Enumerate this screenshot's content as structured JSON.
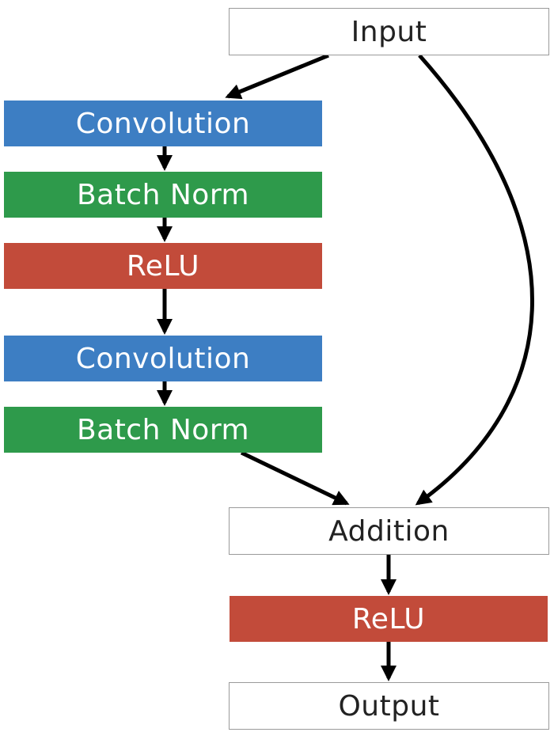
{
  "diagram": {
    "nodes": {
      "input": {
        "label": "Input",
        "color": "#ffffff"
      },
      "conv1": {
        "label": "Convolution",
        "color": "#3d7ec3"
      },
      "bn1": {
        "label": "Batch Norm",
        "color": "#2e9a4b"
      },
      "relu1": {
        "label": "ReLU",
        "color": "#c24b3a"
      },
      "conv2": {
        "label": "Convolution",
        "color": "#3d7ec3"
      },
      "bn2": {
        "label": "Batch Norm",
        "color": "#2e9a4b"
      },
      "addition": {
        "label": "Addition",
        "color": "#ffffff"
      },
      "relu2": {
        "label": "ReLU",
        "color": "#c24b3a"
      },
      "output": {
        "label": "Output",
        "color": "#ffffff"
      }
    },
    "edges": [
      {
        "from": "input",
        "to": "conv1"
      },
      {
        "from": "conv1",
        "to": "bn1"
      },
      {
        "from": "bn1",
        "to": "relu1"
      },
      {
        "from": "relu1",
        "to": "conv2"
      },
      {
        "from": "conv2",
        "to": "bn2"
      },
      {
        "from": "bn2",
        "to": "addition"
      },
      {
        "from": "input",
        "to": "addition",
        "type": "skip-connection"
      },
      {
        "from": "addition",
        "to": "relu2"
      },
      {
        "from": "relu2",
        "to": "output"
      }
    ]
  }
}
